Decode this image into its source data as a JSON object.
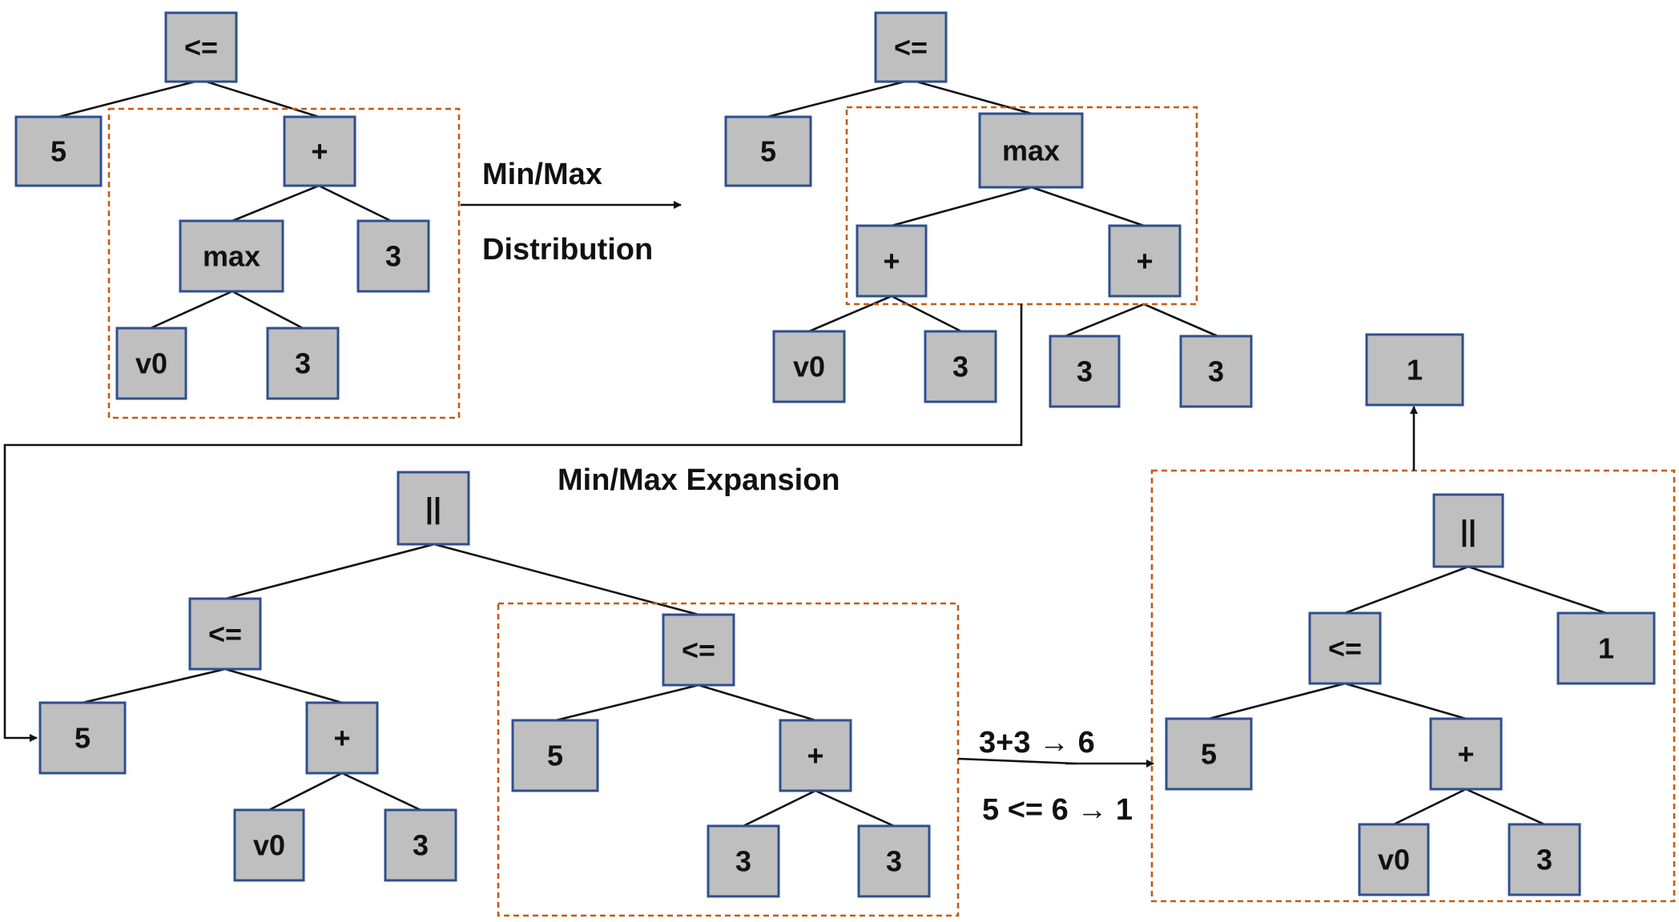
{
  "labels": {
    "step1_line1": "Min/Max",
    "step1_line2": "Distribution",
    "step2": "Min/Max Expansion",
    "step3_line1": "3+3 → 6",
    "step3_line2": "5 <= 6 → 1"
  },
  "trees": {
    "t1": {
      "root": "<=",
      "left": "5",
      "plus": "+",
      "max": "max",
      "three": "3",
      "v0": "v0",
      "three_b": "3"
    },
    "t2": {
      "root": "<=",
      "left": "5",
      "max": "max",
      "plus_a": "+",
      "plus_b": "+",
      "v0": "v0",
      "three_a": "3",
      "three_b": "3",
      "three_c": "3"
    },
    "t3": {
      "root": "||",
      "le_a": "<=",
      "five_a": "5",
      "plus_a": "+",
      "v0": "v0",
      "three_a": "3",
      "le_b": "<=",
      "five_b": "5",
      "plus_b": "+",
      "three_b": "3",
      "three_c": "3"
    },
    "t4": {
      "root": "||",
      "le": "<=",
      "one": "1",
      "five": "5",
      "plus": "+",
      "v0": "v0",
      "three": "3"
    },
    "result": {
      "value": "1"
    }
  },
  "colors": {
    "node_fill": "#bfbfbf",
    "node_border": "#2f4f8f",
    "highlight_box": "#c55a11"
  }
}
